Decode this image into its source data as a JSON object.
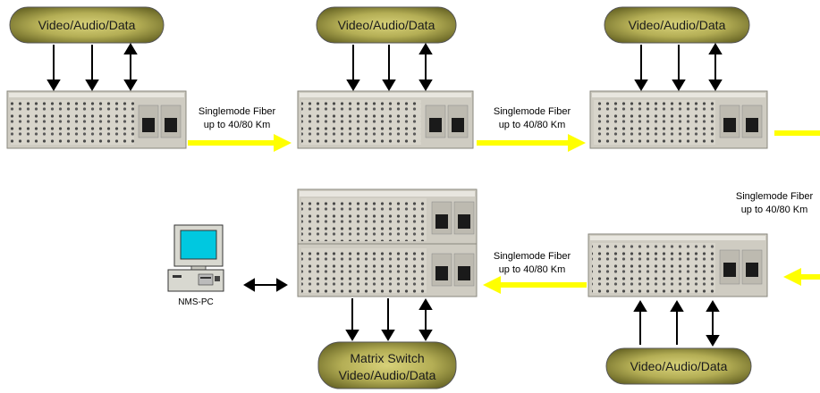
{
  "signal_label": "Video/Audio/Data",
  "matrix_label_line1": "Matrix Switch",
  "matrix_label_line2": "Video/Audio/Data",
  "fiber_label_line1": "Singlemode Fiber",
  "fiber_label_line2": "up to 40/80 Km",
  "pc_label": "NMS-PC",
  "colors": {
    "fiber_arrow": "#ffff00",
    "pill_center": "#c8c466",
    "pill_edge": "#7d7a2e",
    "chassis": "#d9d6cc",
    "monitor_screen": "#00c8e0"
  }
}
